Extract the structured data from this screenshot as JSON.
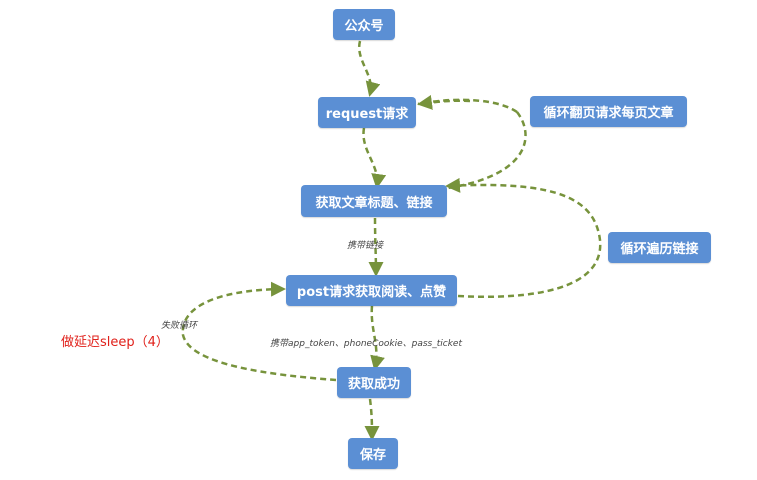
{
  "nodes": {
    "gzh": "公众号",
    "request": "request请求",
    "loop_page": "循环翻页请求每页文章",
    "get_title": "获取文章标题、链接",
    "loop_link": "循环遍历链接",
    "post": "post请求获取阅读、点赞",
    "success": "获取成功",
    "save": "保存"
  },
  "edge_labels": {
    "carry_link": "携带链接",
    "fail_loop": "失败循环",
    "carry_tokens": "携带app_token、phoneCookie、pass_ticket"
  },
  "note": "做延迟sleep（4）",
  "colors": {
    "node_fill": "#5b8fd4",
    "edge": "#77933c",
    "note": "#e0201a"
  }
}
